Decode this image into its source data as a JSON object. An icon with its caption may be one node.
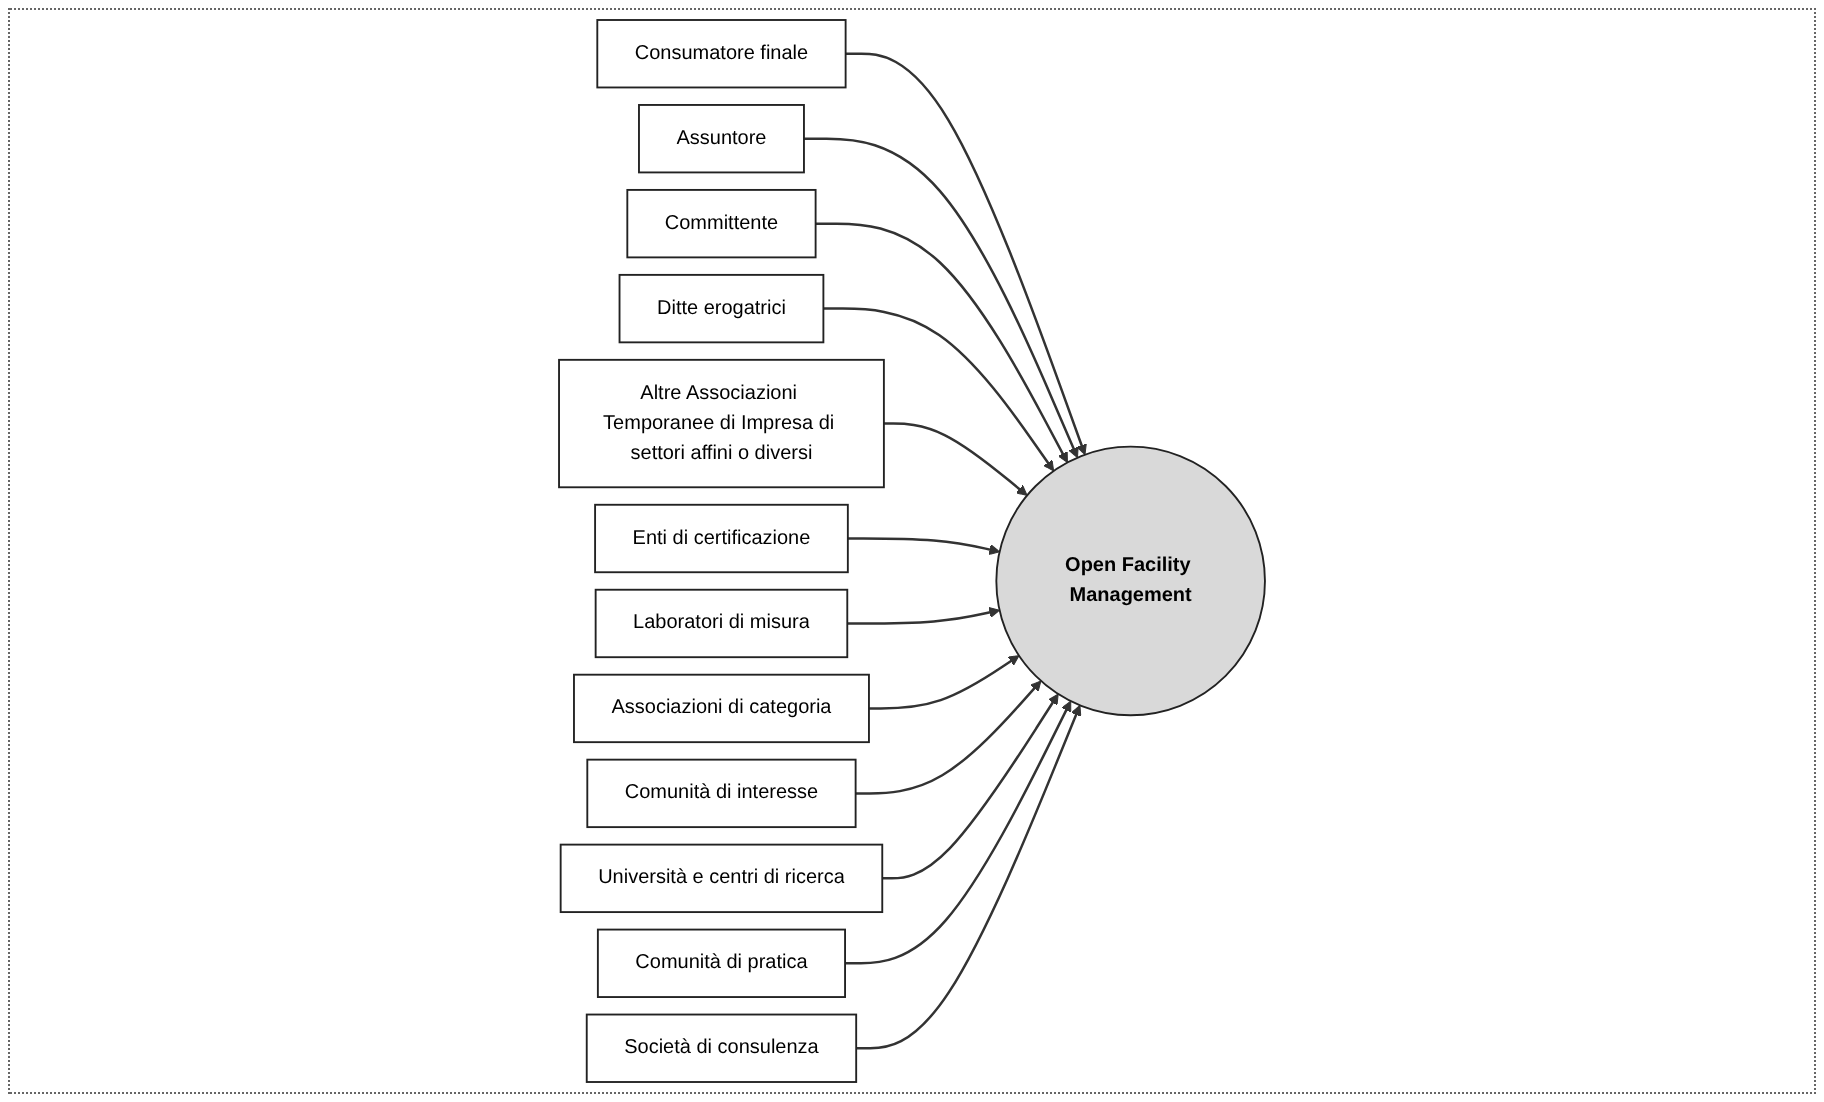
{
  "diagram": {
    "nodes": [
      {
        "text": [
          "Open Facility Management"
        ]
      },
      {
        "text": [
          "Consumatore finale"
        ]
      },
      {
        "text": [
          "Assuntore"
        ]
      },
      {
        "text": [
          "Committente"
        ]
      },
      {
        "text": [
          "Ditte erogatrici"
        ]
      },
      {
        "text": [
          "Altre Associazioni Temporanee di Impresa di settori affini o diversi"
        ]
      },
      {
        "text": [
          "Enti di certificazione"
        ]
      },
      {
        "text": [
          "Laboratori di misura"
        ]
      },
      {
        "text": [
          "Associazioni di categoria"
        ]
      },
      {
        "text": [
          "Comunità di interesse"
        ]
      },
      {
        "text": [
          "Università e centri di ricerca"
        ]
      },
      {
        "text": [
          "Comunità di pratica"
        ]
      },
      {
        "text": [
          "Società di consulenza"
        ]
      }
    ],
    "edges": [
      {
        "from": 1,
        "to": 0,
        "arrow": "to"
      },
      {
        "from": 2,
        "to": 0,
        "arrow": "to"
      },
      {
        "from": 3,
        "to": 0,
        "arrow": "to"
      },
      {
        "from": 4,
        "to": 0,
        "arrow": "to"
      },
      {
        "from": 5,
        "to": 0,
        "arrow": "to"
      },
      {
        "from": 6,
        "to": 0,
        "arrow": "to"
      },
      {
        "from": 7,
        "to": 0,
        "arrow": "to"
      },
      {
        "from": 8,
        "to": 0,
        "arrow": "to"
      },
      {
        "from": 9,
        "to": 0,
        "arrow": "to"
      },
      {
        "from": 10,
        "to": 0,
        "arrow": "to"
      },
      {
        "from": 11,
        "to": 0,
        "arrow": "to"
      },
      {
        "from": 12,
        "to": 0,
        "arrow": "to"
      }
    ]
  }
}
